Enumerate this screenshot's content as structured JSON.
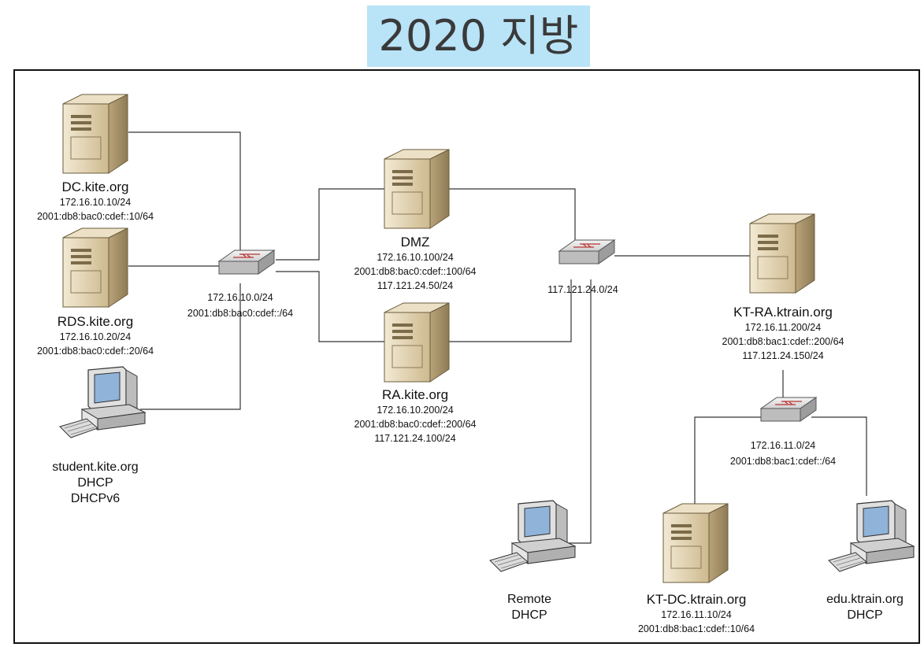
{
  "title": "2020 지방",
  "nodes": {
    "dc": {
      "name": "DC.kite.org",
      "ipv4": "172.16.10.10/24",
      "ipv6": "2001:db8:bac0:cdef::10/64"
    },
    "rds": {
      "name": "RDS.kite.org",
      "ipv4": "172.16.10.20/24",
      "ipv6": "2001:db8:bac0:cdef::20/64"
    },
    "student": {
      "name": "student.kite.org",
      "line2": "DHCP",
      "line3": "DHCPv6"
    },
    "dmz": {
      "name": "DMZ",
      "ipv4": "172.16.10.100/24",
      "ipv6": "2001:db8:bac0:cdef::100/64",
      "ipv4_public": "117.121.24.50/24"
    },
    "ra": {
      "name": "RA.kite.org",
      "ipv4": "172.16.10.200/24",
      "ipv6": "2001:db8:bac0:cdef::200/64",
      "ipv4_public": "117.121.24.100/24"
    },
    "kt_ra": {
      "name": "KT-RA.ktrain.org",
      "ipv4": "172.16.11.200/24",
      "ipv6": "2001:db8:bac1:cdef::200/64",
      "ipv4_public": "117.121.24.150/24"
    },
    "remote": {
      "name": "Remote",
      "line2": "DHCP"
    },
    "kt_dc": {
      "name": "KT-DC.ktrain.org",
      "ipv4": "172.16.11.10/24",
      "ipv6": "2001:db8:bac1:cdef::10/64"
    },
    "edu": {
      "name": "edu.ktrain.org",
      "line2": "DHCP"
    }
  },
  "networks": {
    "left": {
      "ipv4": "172.16.10.0/24",
      "ipv6": "2001:db8:bac0:cdef::/64"
    },
    "public": {
      "ipv4": "117.121.24.0/24"
    },
    "right": {
      "ipv4": "172.16.11.0/24",
      "ipv6": "2001:db8:bac1:cdef::/64"
    }
  },
  "colors": {
    "server": "#d8c7a3",
    "server_dark": "#9c8a63",
    "switch": "#c9c9c9",
    "line": "#333333"
  }
}
